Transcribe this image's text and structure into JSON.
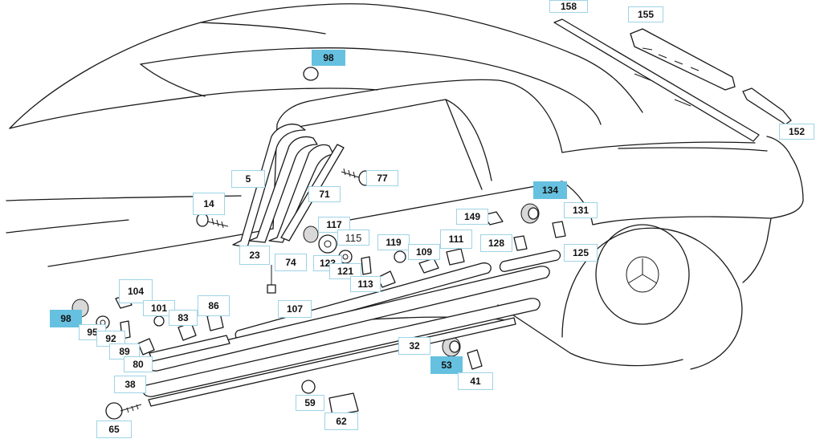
{
  "accent_color": "#66c1e0",
  "callout_border_color": "#9ed3e6",
  "callouts": {
    "c158": "158",
    "c155": "155",
    "c152": "152",
    "c98a": "98",
    "c98b": "98",
    "c5": "5",
    "c77": "77",
    "c71": "71",
    "c14": "14",
    "c134": "134",
    "c131": "131",
    "c149": "149",
    "c117": "117",
    "c115": "115",
    "c119": "119",
    "c111": "111",
    "c128": "128",
    "c125": "125",
    "c23": "23",
    "c74": "74",
    "c123": "123",
    "c109": "109",
    "c121": "121",
    "c113": "113",
    "c104": "104",
    "c101": "101",
    "c86": "86",
    "c83": "83",
    "c95": "95",
    "c92": "92",
    "c89": "89",
    "c80": "80",
    "c107": "107",
    "c32": "32",
    "c53": "53",
    "c41": "41",
    "c38": "38",
    "c59": "59",
    "c62": "62",
    "c65": "65"
  }
}
